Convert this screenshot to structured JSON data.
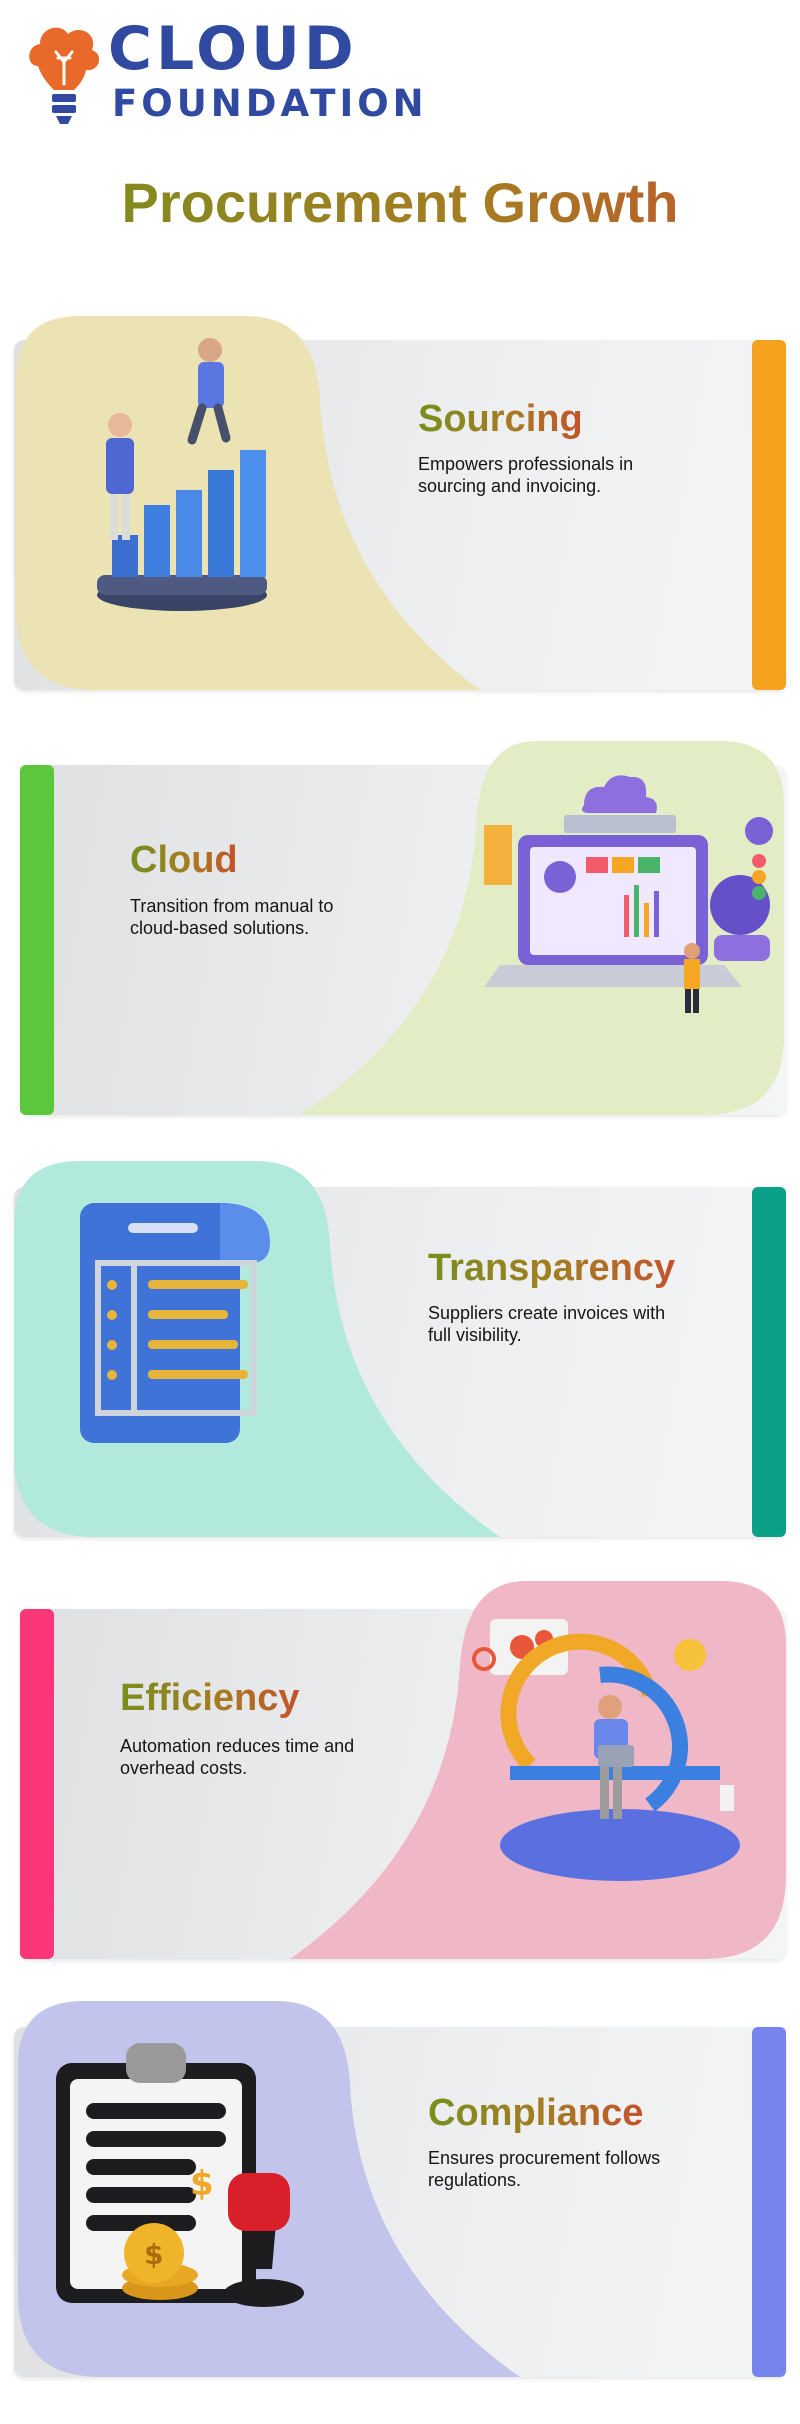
{
  "brand": {
    "line1": "CLOUD",
    "line2": "FOUNDATION",
    "logo_icon": "lightbulb-cloud-icon",
    "text_color": "#2f4aa0",
    "icon_color": "#e8692a"
  },
  "title": "Procurement Growth",
  "cards": [
    {
      "title": "Sourcing",
      "description": "Empowers professionals in sourcing and invoicing.",
      "accent": "#f6a21e",
      "blob": "#ece3b5",
      "illustration": "people-bar-chart-illustration"
    },
    {
      "title": "Cloud",
      "description": "Transition from manual to cloud-based solutions.",
      "accent": "#5ac73c",
      "blob": "#e2edc6",
      "illustration": "cloud-laptop-dashboard-illustration"
    },
    {
      "title": "Transparency",
      "description": "Suppliers create invoices with full visibility.",
      "accent": "#0ba188",
      "blob": "#b1e9dd",
      "illustration": "invoice-scroll-illustration"
    },
    {
      "title": "Efficiency",
      "description": "Automation reduces time and overhead costs.",
      "accent": "#fb3779",
      "blob": "#f0b8c6",
      "illustration": "automation-cycle-illustration"
    },
    {
      "title": "Compliance",
      "description": "Ensures procurement follows regulations.",
      "accent": "#7784ee",
      "blob": "#c3c4ec",
      "illustration": "clipboard-coins-stamp-illustration"
    }
  ]
}
